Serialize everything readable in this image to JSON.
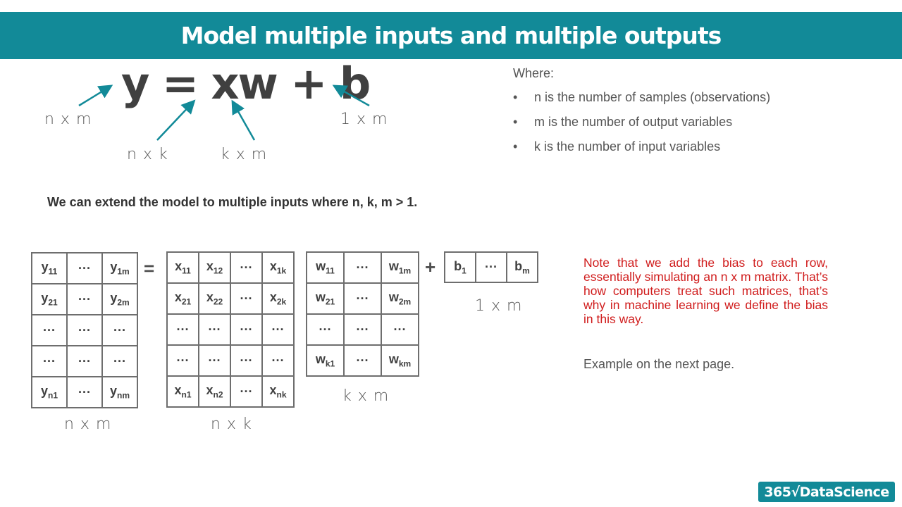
{
  "header": {
    "title": "Model multiple inputs and multiple outputs"
  },
  "equation": {
    "text": "y = xw + b",
    "dims": {
      "y": "n x m",
      "x": "n x k",
      "w": "k x m",
      "b": "1 x m"
    }
  },
  "where": {
    "label": "Where:",
    "bullet": "•",
    "items": [
      "n is the number of samples (observations)",
      "m is the number of output variables",
      "k is the number of input variables"
    ]
  },
  "extend_text": "We can extend the model to multiple inputs where n, k, m > 1.",
  "matrices": {
    "y": {
      "dim": "n x m",
      "rows": [
        [
          "y",
          "11"
        ],
        [
          "…",
          ""
        ],
        [
          "y",
          "1m"
        ],
        [
          "y",
          "21"
        ],
        [
          "…",
          ""
        ],
        [
          "y",
          "2m"
        ]
      ]
    },
    "x": {
      "dim": "n x k"
    },
    "w": {
      "dim": "k x m"
    },
    "b": {
      "dim": "1 x m"
    },
    "equals": "=",
    "plus": "+",
    "ellipsis": "…"
  },
  "note": "Note that we add the bias to each row, essentially simulating an n x m matrix. That’s how computers treat such matrices, that’s why in machine learning we define the bias in this way.",
  "note_color": "#d01c1c",
  "example_text": "Example on the next page.",
  "logo": {
    "text": "365√DataScience"
  },
  "colors": {
    "banner": "#128a98",
    "arrow": "#128a98",
    "text": "#404040"
  }
}
